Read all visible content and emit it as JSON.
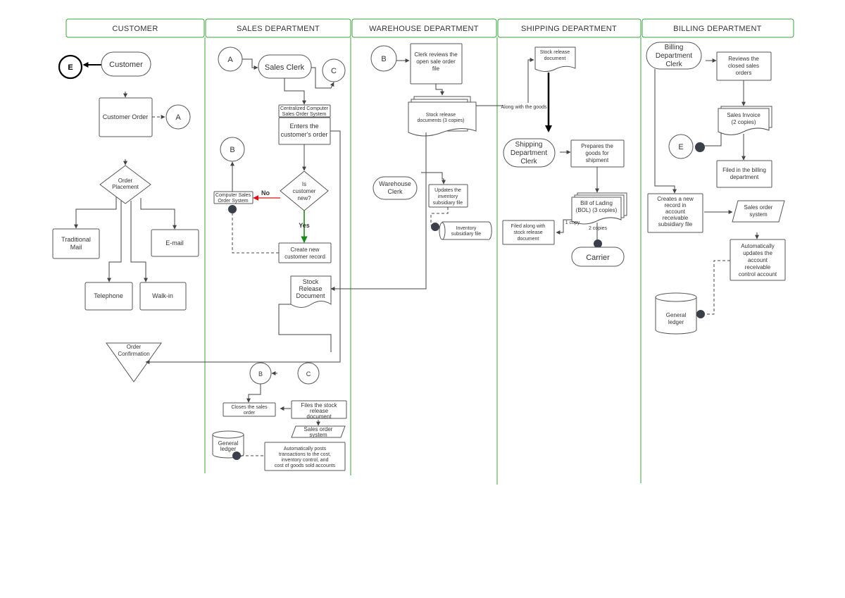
{
  "lanes": {
    "customer": "CUSTOMER",
    "sales": "SALES DEPARTMENT",
    "warehouse": "WAREHOUSE DEPARTMENT",
    "shipping": "SHIPPING DEPARTMENT",
    "billing": "BILLING DEPARTMENT"
  },
  "customer": {
    "connector_e": "E",
    "customer": "Customer",
    "customer_order": "Customer Order",
    "connector_a": "A",
    "order_placement": [
      "Order",
      "Placement"
    ],
    "traditional_mail": [
      "Traditional",
      "Mail"
    ],
    "email": "E-mail",
    "telephone": "Telephone",
    "walk_in": "Walk-in",
    "order_confirmation": [
      "Order",
      "Confirmation"
    ]
  },
  "sales": {
    "connector_a": "A",
    "sales_clerk": "Sales Clerk",
    "connector_c": "C",
    "computer_system": [
      "Centralized Computer",
      "Sales Order System"
    ],
    "enters_order": [
      "Enters the",
      "customer's order"
    ],
    "connector_b": "B",
    "computer_sales_order_system": [
      "Computer Sales",
      "Order System"
    ],
    "no_label": "No",
    "decision": [
      "Is",
      "customer",
      "new?"
    ],
    "yes_label": "Yes",
    "create_record": [
      "Create new",
      "customer record"
    ],
    "stock_release": [
      "Stock",
      "Release",
      "Document"
    ],
    "connector_b2": "B",
    "connector_c2": "C",
    "closes_order": [
      "Closes the sales",
      "order"
    ],
    "files_stock": [
      "Files the stock",
      "release",
      "document"
    ],
    "sales_order_system": [
      "Sales order",
      "system"
    ],
    "general_ledger": [
      "General",
      "ledger"
    ],
    "auto_posts": [
      "Automatically posts",
      "transactions to the cost,",
      "inventory control, and",
      "cost of goods sold accounts"
    ]
  },
  "warehouse": {
    "connector_b": "B",
    "clerk_reviews": [
      "Clerk reviews the",
      "open sale order",
      "file"
    ],
    "stock_release_docs": [
      "Stock release",
      "documents (3 copies)"
    ],
    "along_with_goods": "Along with the goods",
    "warehouse_clerk": [
      "Warehouse",
      "Clerk"
    ],
    "updates_inventory": [
      "Updates the",
      "inventory",
      "subsidiary file"
    ],
    "inventory_file": [
      "Inventory",
      "subsidiary file"
    ]
  },
  "shipping": {
    "stock_release_doc": [
      "Stock release",
      "document"
    ],
    "shipping_clerk": [
      "Shipping",
      "Department",
      "Clerk"
    ],
    "prepares_goods": [
      "Prepares the",
      "goods for",
      "shipment"
    ],
    "bill_of_lading": [
      "Bill of Lading",
      "(BOL) (3 copies)"
    ],
    "one_copy": "1 copy",
    "two_copies": "2 copies",
    "filed_along": [
      "Filed along with",
      "stock release",
      "document"
    ],
    "carrier": "Carrier"
  },
  "billing": {
    "billing_clerk": [
      "Billing",
      "Department",
      "Clerk"
    ],
    "reviews_closed": [
      "Reviews the",
      "closed sales",
      "orders"
    ],
    "sales_invoice": [
      "Sales Invoice",
      "(2 copies)"
    ],
    "connector_e": "E",
    "filed_billing": [
      "Filed in the billing",
      "department"
    ],
    "creates_record": [
      "Creates a new",
      "record in",
      "account",
      "receivable",
      "subsidiary file"
    ],
    "sales_order_system": [
      "Sales order",
      "system"
    ],
    "auto_updates": [
      "Automatically",
      "updates the",
      "account",
      "receivable",
      "control account"
    ],
    "general_ledger": [
      "General",
      "ledger"
    ]
  }
}
